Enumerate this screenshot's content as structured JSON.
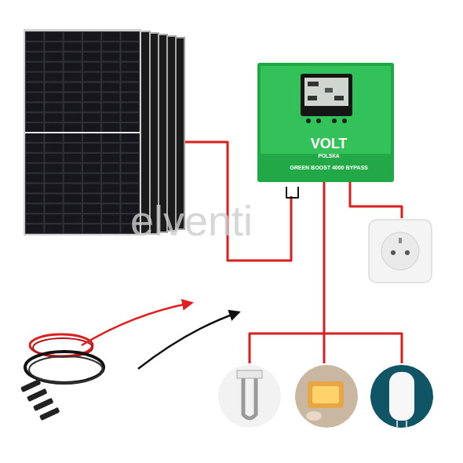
{
  "diagram": {
    "nodes": [
      {
        "text": [
          "VOLT",
          "POLSKA",
          "GREEN BOOST 4000 BYPASS"
        ]
      }
    ],
    "labels": [
      "elventi"
    ]
  }
}
